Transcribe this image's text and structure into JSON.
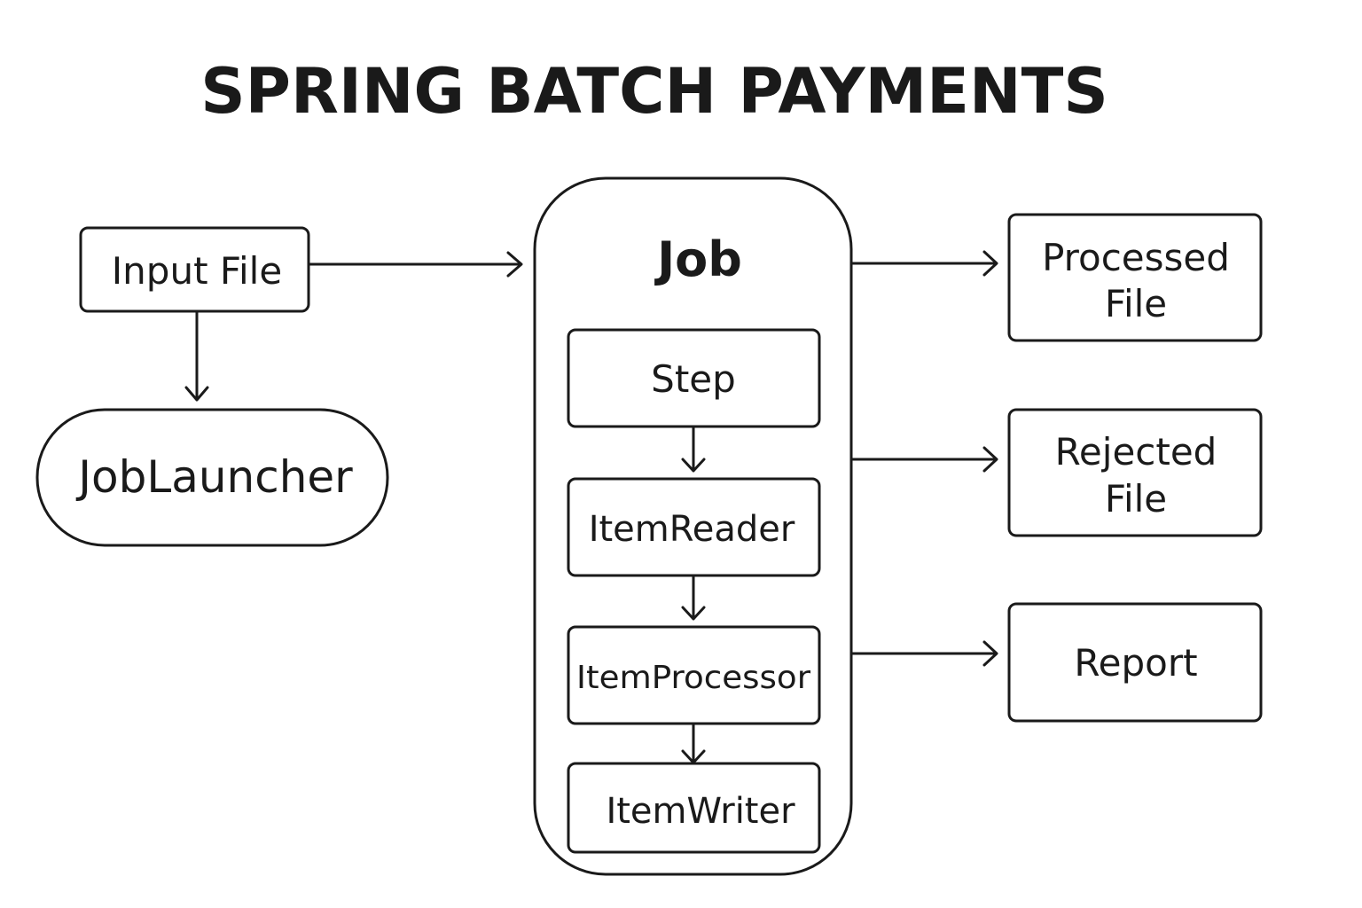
{
  "title": "SPRING BATCH PAYMENTS",
  "nodes": {
    "input_file": "Input File",
    "job_launcher": "JobLauncher",
    "job": "Job",
    "step": "Step",
    "item_reader": "ItemReader",
    "item_processor": "ItemProcessor",
    "item_writer": "ItemWriter",
    "processed_file": [
      "Processed",
      "File"
    ],
    "rejected_file": [
      "Rejected",
      "File"
    ],
    "report": "Report"
  },
  "edges": [
    {
      "from": "Input File",
      "to": "Job"
    },
    {
      "from": "Input File",
      "to": "JobLauncher"
    },
    {
      "from": "Step",
      "to": "ItemReader"
    },
    {
      "from": "ItemReader",
      "to": "ItemProcessor"
    },
    {
      "from": "ItemProcessor",
      "to": "ItemWriter"
    },
    {
      "from": "Job",
      "to": "Processed File"
    },
    {
      "from": "Job",
      "to": "Rejected File"
    },
    {
      "from": "Job",
      "to": "Report"
    }
  ]
}
